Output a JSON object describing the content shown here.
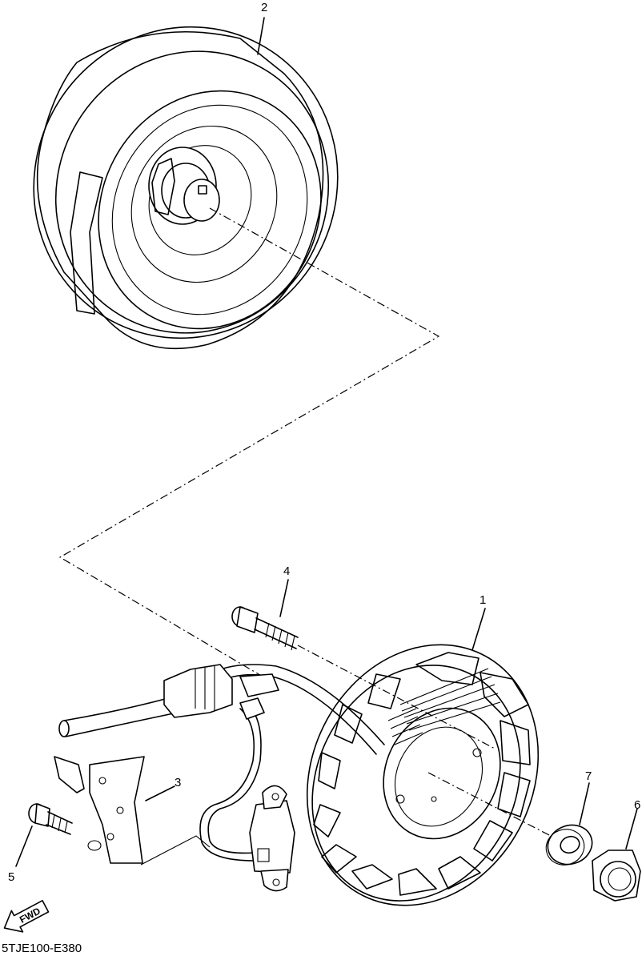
{
  "callouts": {
    "c1": "1",
    "c2": "2",
    "c3": "3",
    "c4": "4",
    "c5": "5",
    "c6": "6",
    "c7": "7"
  },
  "direction_badge": "FWD",
  "diagram_code": "5TJE100-E380",
  "icons": {
    "direction": "fwd-arrow-icon"
  }
}
